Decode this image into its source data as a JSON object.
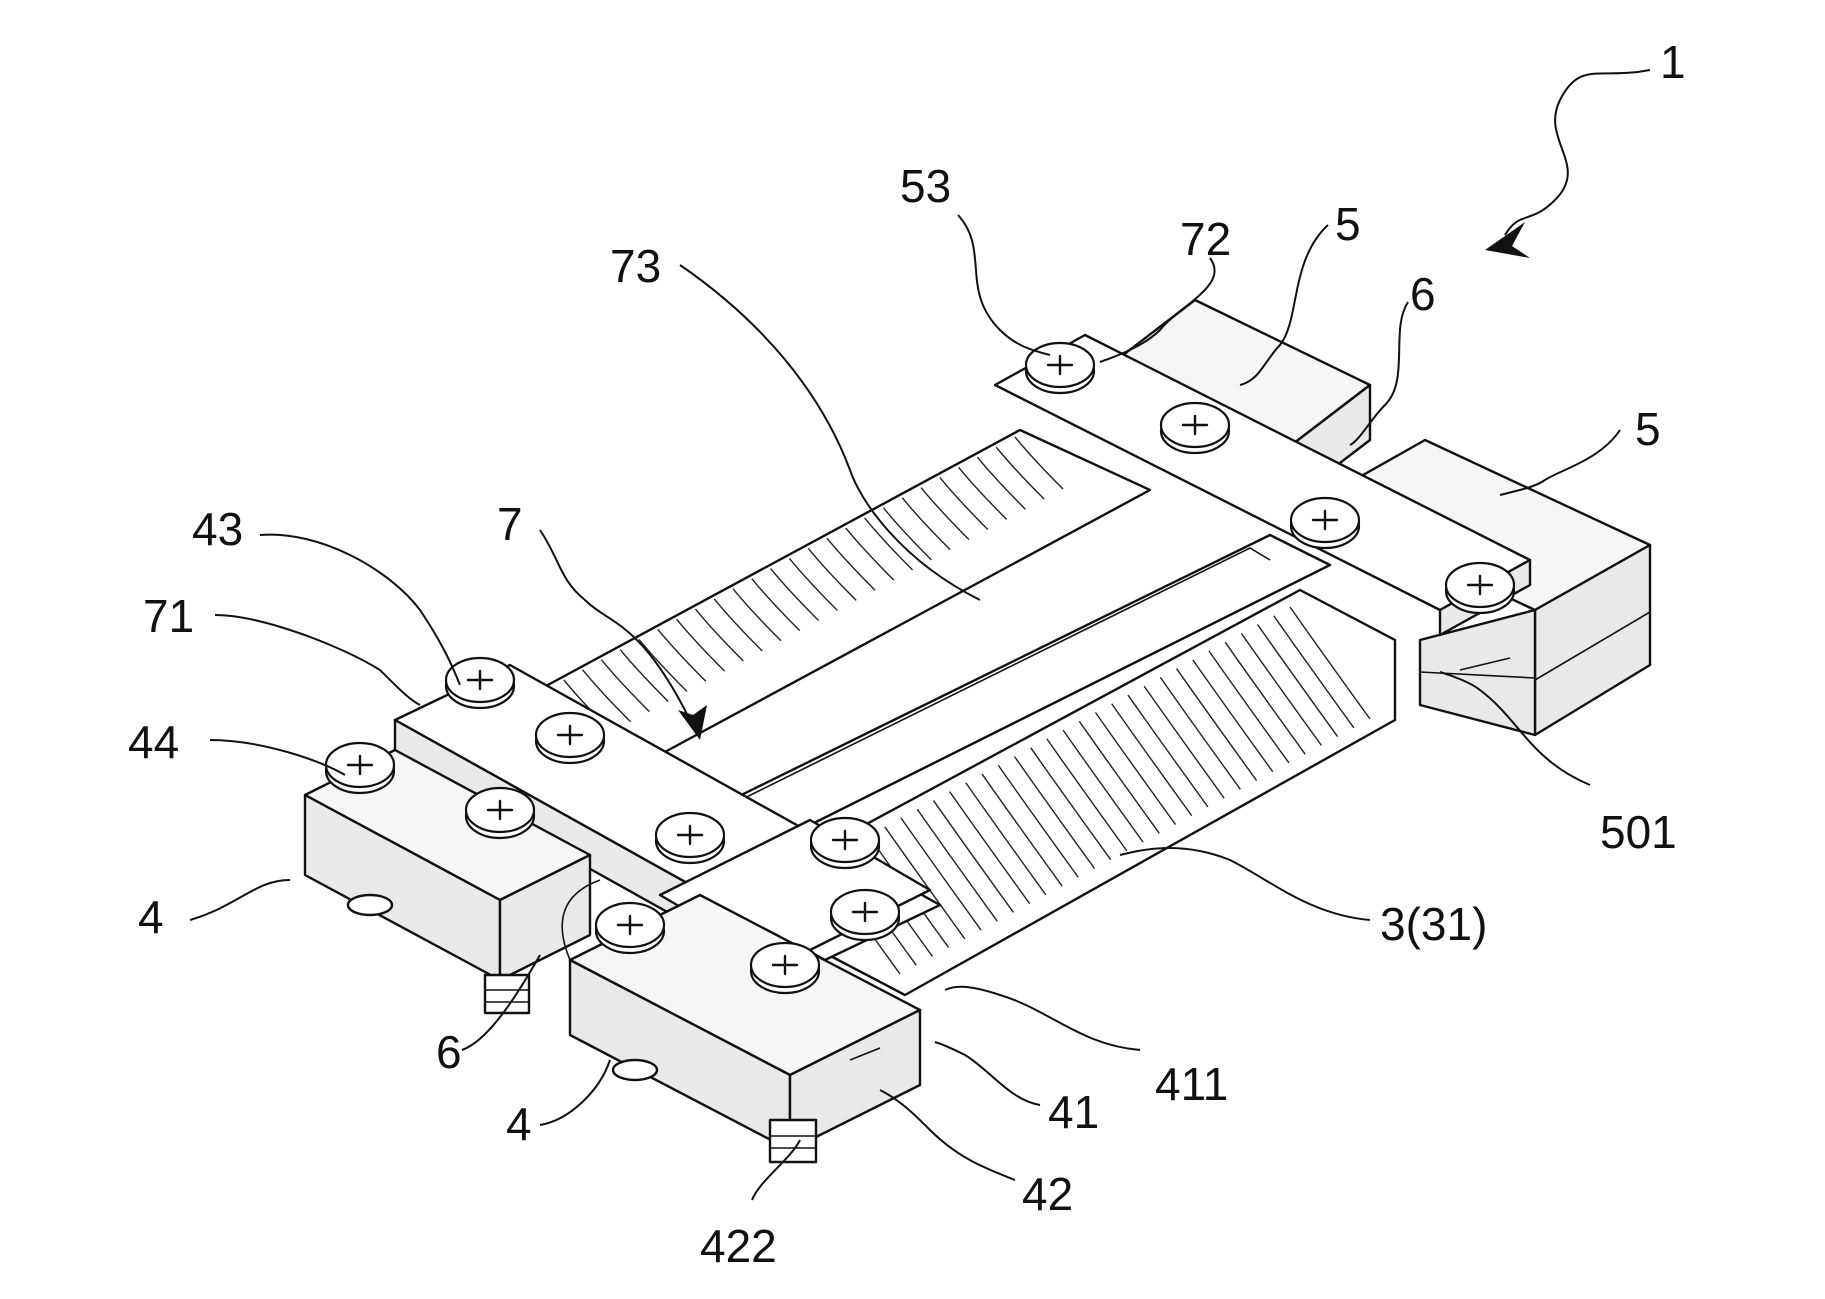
{
  "figure": {
    "labels": {
      "device": "1",
      "frame_top": "53",
      "screw_72": "72",
      "terminal_upper": "5",
      "gap_upper": "6",
      "terminal_right": "5",
      "wire_73": "73",
      "conductor_7": "7",
      "screw_43": "43",
      "screw_71": "71",
      "screw_44": "44",
      "terminal_left_upper": "4",
      "gap_lower": "6",
      "terminal_left_lower": "4",
      "slot_501": "501",
      "coil": "3(31)",
      "slot_411": "411",
      "part_41": "41",
      "part_42": "42",
      "part_422": "422"
    },
    "icons": {
      "arrow": "arrow-icon",
      "screw": "screw-icon"
    }
  }
}
